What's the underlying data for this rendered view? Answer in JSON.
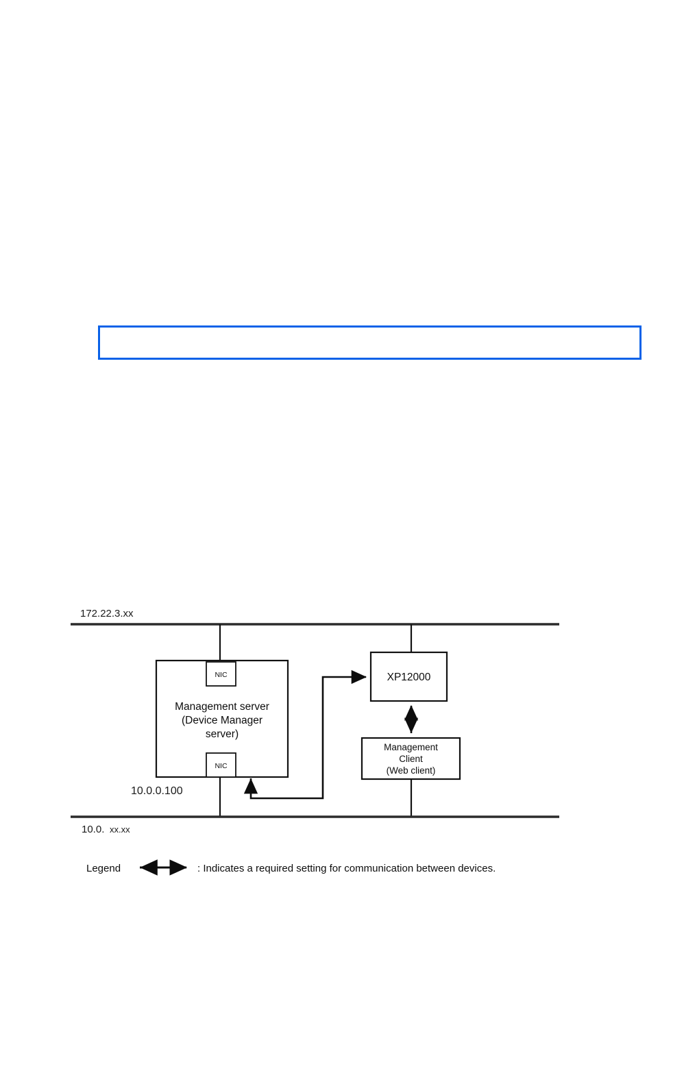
{
  "callout": {
    "name": "empty-highlight-box",
    "text": "",
    "border_color": "#0a62e8"
  },
  "diagram": {
    "networks": [
      {
        "id": "upper-network",
        "label": "172.22.3.xx",
        "label_tail": ""
      },
      {
        "id": "lower-network",
        "label": "10.0.",
        "label_tail": "xx.xx"
      }
    ],
    "ip_addresses": [
      {
        "id": "mgmt-server-ip",
        "value": "10.0.0.100"
      }
    ],
    "nodes": [
      {
        "id": "management-server",
        "lines": [
          "Management server",
          "(Device Manager",
          "server)"
        ]
      },
      {
        "id": "xp12000",
        "lines": [
          "XP12000"
        ]
      },
      {
        "id": "management-client",
        "lines": [
          "Management",
          "Client",
          "(Web client)"
        ]
      }
    ],
    "nics": [
      {
        "id": "nic-upper",
        "label": "NIC"
      },
      {
        "id": "nic-lower",
        "label": "NIC"
      }
    ],
    "legend": {
      "title": "Legend",
      "description": ": Indicates a required setting for communication between devices."
    }
  }
}
